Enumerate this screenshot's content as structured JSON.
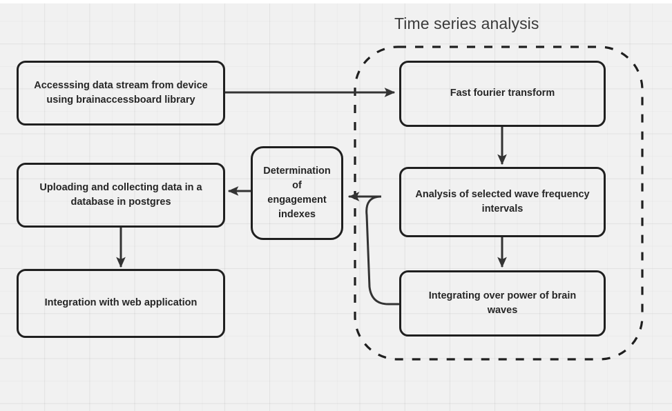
{
  "diagram": {
    "type": "flowchart",
    "background_color": "#f1f1f1",
    "stroke_color": "#1f1f1f",
    "text_color": "#262626",
    "group": {
      "title": "Time series analysis",
      "border_style": "dashed"
    },
    "nodes": [
      {
        "id": "access-data-stream",
        "lines": [
          "Accesssing data stream from device",
          "using brainaccessboard library"
        ]
      },
      {
        "id": "uploading-collecting-data",
        "lines": [
          "Uploading and collecting data in a",
          "database in postgres"
        ]
      },
      {
        "id": "integration-web-application",
        "lines": [
          "Integration with web application"
        ]
      },
      {
        "id": "determination-engagement-indexes",
        "lines": [
          "Determination",
          "of engagement",
          "indexes"
        ]
      },
      {
        "id": "fast-fourier-transform",
        "lines": [
          "Fast fourier transform"
        ]
      },
      {
        "id": "analysis-wave-frequency",
        "lines": [
          "Analysis of selected wave frequency",
          "intervals"
        ]
      },
      {
        "id": "integrating-power-brain-waves",
        "lines": [
          "Integrating over power of brain",
          "waves"
        ]
      }
    ],
    "edges": [
      {
        "id": "edge-access-to-fft",
        "from": "access-data-stream",
        "to": "fast-fourier-transform"
      },
      {
        "id": "edge-fft-to-analysis",
        "from": "fast-fourier-transform",
        "to": "analysis-wave-frequency"
      },
      {
        "id": "edge-analysis-to-integrating",
        "from": "analysis-wave-frequency",
        "to": "integrating-power-brain-waves"
      },
      {
        "id": "edge-integrating-to-determination",
        "from": "integrating-power-brain-waves",
        "to": "determination-engagement-indexes"
      },
      {
        "id": "edge-determination-to-uploading",
        "from": "determination-engagement-indexes",
        "to": "uploading-collecting-data"
      },
      {
        "id": "edge-uploading-to-integration",
        "from": "uploading-collecting-data",
        "to": "integration-web-application"
      }
    ]
  }
}
